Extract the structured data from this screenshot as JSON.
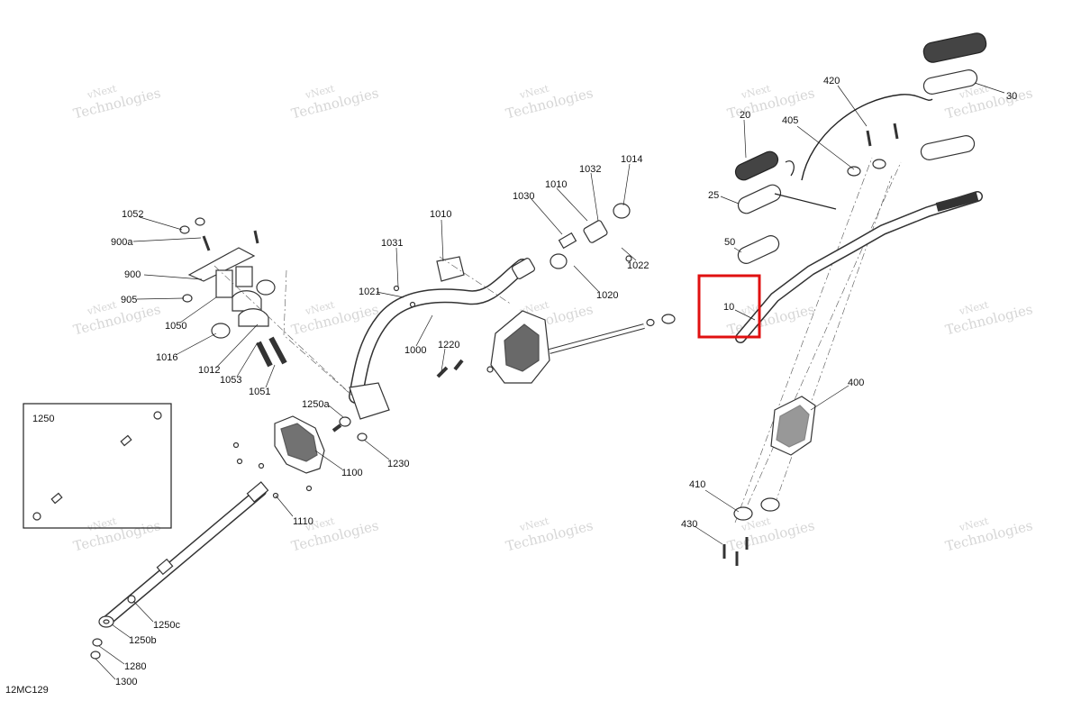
{
  "diagram_code": "12MC129",
  "inset_label": "1250",
  "highlight_color": "#e01010",
  "watermark": {
    "line1": "vNext",
    "line2": "Technologies"
  },
  "callouts": [
    {
      "id": "420",
      "label": "420"
    },
    {
      "id": "30",
      "label": "30"
    },
    {
      "id": "20",
      "label": "20"
    },
    {
      "id": "405",
      "label": "405"
    },
    {
      "id": "1014",
      "label": "1014"
    },
    {
      "id": "1032",
      "label": "1032"
    },
    {
      "id": "1010b",
      "label": "1010"
    },
    {
      "id": "1030",
      "label": "1030"
    },
    {
      "id": "1010a",
      "label": "1010"
    },
    {
      "id": "25",
      "label": "25"
    },
    {
      "id": "1052",
      "label": "1052"
    },
    {
      "id": "1022",
      "label": "1022"
    },
    {
      "id": "900a",
      "label": "900a"
    },
    {
      "id": "1031",
      "label": "1031"
    },
    {
      "id": "50",
      "label": "50"
    },
    {
      "id": "900",
      "label": "900"
    },
    {
      "id": "1020",
      "label": "1020"
    },
    {
      "id": "1021",
      "label": "1021"
    },
    {
      "id": "905",
      "label": "905"
    },
    {
      "id": "10",
      "label": "10"
    },
    {
      "id": "1050",
      "label": "1050"
    },
    {
      "id": "1000",
      "label": "1000"
    },
    {
      "id": "1220",
      "label": "1220"
    },
    {
      "id": "1016",
      "label": "1016"
    },
    {
      "id": "1012",
      "label": "1012"
    },
    {
      "id": "1053",
      "label": "1053"
    },
    {
      "id": "1051",
      "label": "1051"
    },
    {
      "id": "400",
      "label": "400"
    },
    {
      "id": "1250a",
      "label": "1250a"
    },
    {
      "id": "1230",
      "label": "1230"
    },
    {
      "id": "1100",
      "label": "1100"
    },
    {
      "id": "410",
      "label": "410"
    },
    {
      "id": "1110",
      "label": "1110"
    },
    {
      "id": "430",
      "label": "430"
    },
    {
      "id": "1250c",
      "label": "1250c"
    },
    {
      "id": "1250b",
      "label": "1250b"
    },
    {
      "id": "1280",
      "label": "1280"
    },
    {
      "id": "1300",
      "label": "1300"
    }
  ]
}
